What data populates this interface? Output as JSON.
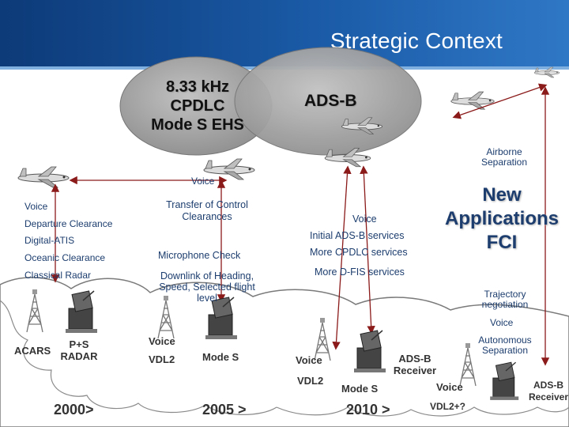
{
  "title": "Strategic Context",
  "bubbles": {
    "left": "8.33 kHz\nCPDLC\nMode S EHS",
    "right": "ADS-B"
  },
  "new_applications": "New\nApplications\nFCI",
  "airborne_separation": "Airborne\nSeparation",
  "left_column": [
    "Voice",
    "Departure Clearance",
    "Digital-ATIS",
    "Oceanic Clearance",
    "Classical Radar"
  ],
  "middle_column": {
    "voice_link": "Voice",
    "transfer": "Transfer of Control\nClearances",
    "microphone": "Microphone Check",
    "downlink": "Downlink of Heading,\nSpeed, Selected flight\nlevel"
  },
  "right_column": {
    "voice": "Voice",
    "initial_adsb": "Initial ADS-B services",
    "more_cpdlc": "More CPDLC services",
    "more_dfis": "More D-FIS services"
  },
  "far_right": {
    "trajectory": "Trajectory\nnegotiation",
    "voice": "Voice",
    "autonomous": "Autonomous\nSeparation"
  },
  "ground": {
    "acars": "ACARS",
    "ps_radar": "P+S\nRADAR",
    "voice_2005": "Voice",
    "vdl2_2005": "VDL2",
    "mode_s_2005": "Mode S",
    "voice_2010": "Voice",
    "vdl2_2010": "VDL2",
    "mode_s_2010": "Mode S",
    "adsb_receiver": "ADS-B\nReceiver",
    "voice_far": "Voice",
    "vdl2_plus": "VDL2+?",
    "adsb_receiver_far": "ADS-B\nReceiver"
  },
  "years": [
    "2000>",
    "2005 >",
    "2010 >"
  ],
  "colors": {
    "banner": "#1a5aa6",
    "bubble": "#a9a9a9",
    "link": "#8b1a1a",
    "cloud": "#ffffff"
  }
}
